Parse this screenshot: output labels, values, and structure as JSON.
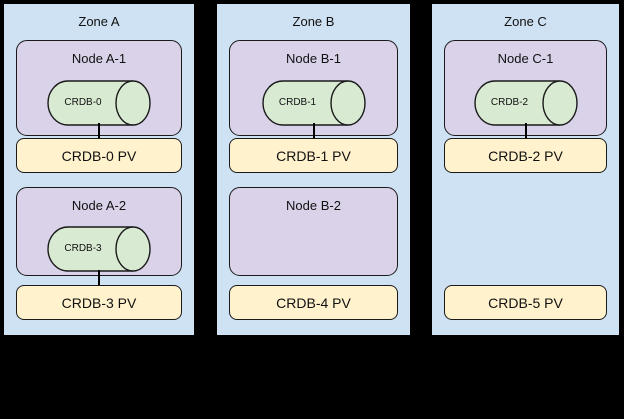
{
  "colors": {
    "background": "#000000",
    "zone_fill": "#cfe2f3",
    "node_fill": "#d9d2e9",
    "pod_fill": "#d9ead3",
    "pv_fill": "#fff2cc",
    "stroke": "#1a1a1a"
  },
  "zones": [
    {
      "label": "Zone A",
      "rows": [
        {
          "node": {
            "label": "Node A-1",
            "pod": "CRDB-0"
          },
          "pv": "CRDB-0 PV",
          "connected": true
        },
        {
          "node": {
            "label": "Node A-2",
            "pod": "CRDB-3"
          },
          "pv": "CRDB-3 PV",
          "connected": true
        }
      ]
    },
    {
      "label": "Zone B",
      "rows": [
        {
          "node": {
            "label": "Node B-1",
            "pod": "CRDB-1"
          },
          "pv": "CRDB-1 PV",
          "connected": true
        },
        {
          "node": {
            "label": "Node B-2",
            "pod": null
          },
          "pv": "CRDB-4 PV",
          "connected": false
        }
      ]
    },
    {
      "label": "Zone C",
      "rows": [
        {
          "node": {
            "label": "Node C-1",
            "pod": "CRDB-2"
          },
          "pv": "CRDB-2 PV",
          "connected": true
        },
        {
          "node": null,
          "pv": "CRDB-5 PV",
          "connected": false
        }
      ]
    }
  ]
}
